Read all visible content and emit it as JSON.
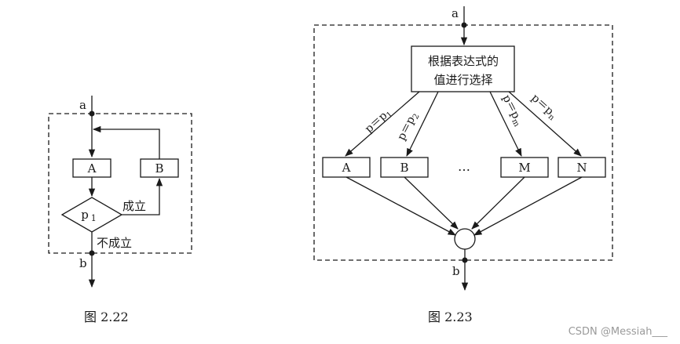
{
  "fig22": {
    "label_a": "a",
    "label_b": "b",
    "box_A": "A",
    "box_B": "B",
    "cond_main": "p",
    "cond_sub": "1",
    "yes": "成立",
    "no": "不成立",
    "caption": "图 2.22"
  },
  "fig23": {
    "label_a": "a",
    "label_b": "b",
    "selector_line1": "根据表达式的",
    "selector_line2": "值进行选择",
    "branch1": {
      "lhs": "p＝p",
      "sub": "1"
    },
    "branch2": {
      "lhs": "p＝p",
      "sub": "2"
    },
    "branch3": {
      "lhs": "p＝p",
      "sub": "m"
    },
    "branch4": {
      "lhs": "p＝p",
      "sub": "n"
    },
    "box_A": "A",
    "box_B": "B",
    "ellipsis": "…",
    "box_M": "M",
    "box_N": "N",
    "caption": "图 2.23"
  },
  "watermark": "CSDN @Messiah___"
}
